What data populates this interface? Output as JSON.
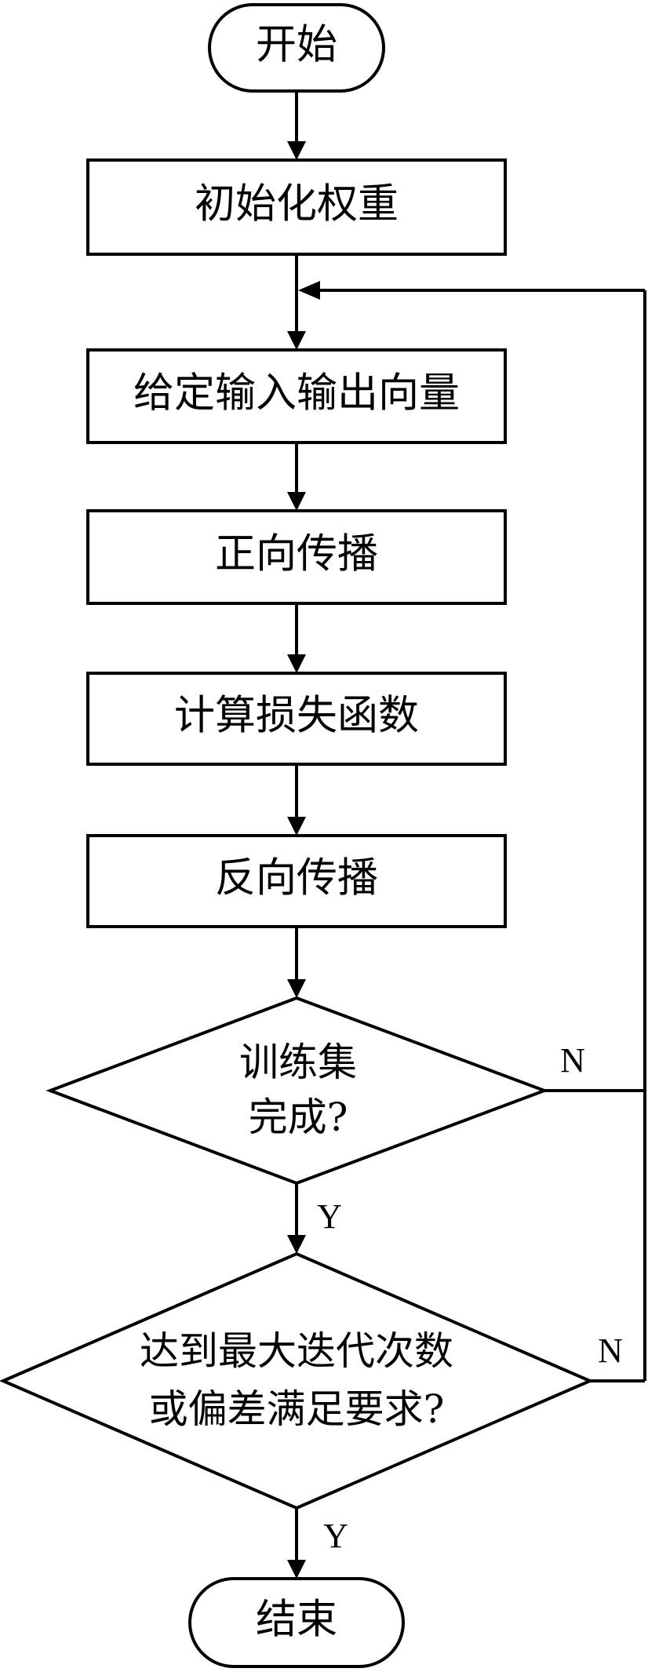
{
  "flowchart": {
    "start": "开始",
    "init_weights": "初始化权重",
    "set_io_vectors": "给定输入输出向量",
    "forward_propagation": "正向传播",
    "compute_loss": "计算损失函数",
    "backward_propagation": "反向传播",
    "decision_training_set": {
      "line1": "训练集",
      "line2": "完成?",
      "yes_label": "Y",
      "no_label": "N"
    },
    "decision_stop": {
      "line1": "达到最大迭代次数",
      "line2": "或偏差满足要求?",
      "yes_label": "Y",
      "no_label": "N"
    },
    "end": "结束"
  }
}
